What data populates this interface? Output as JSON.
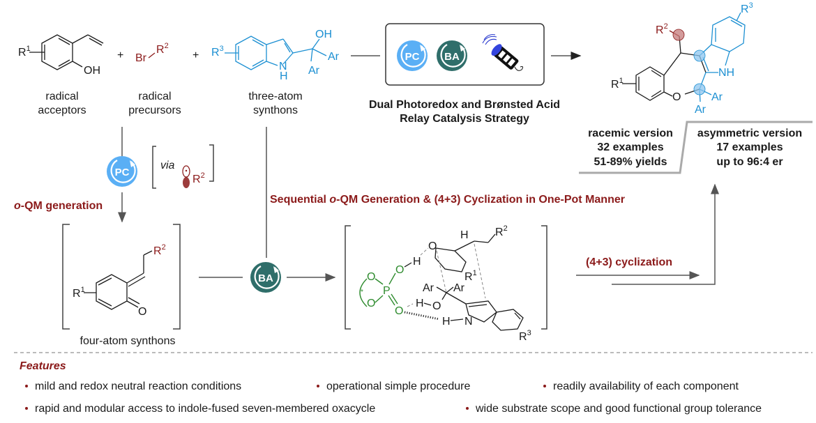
{
  "colors": {
    "dark_red": "#8b1a1a",
    "blue": "#1b8fd2",
    "pc_blue": "#5aaff5",
    "ba_teal": "#2f6e6a",
    "green": "#2e8b2e",
    "gray_line": "#555555"
  },
  "reactants": {
    "radical_acceptor": {
      "sub_label": "R",
      "sub_num": "1",
      "group": "OH",
      "caption_line1": "radical",
      "caption_line2": "acceptors"
    },
    "plus1": "+",
    "radical_precursor": {
      "atom": "Br",
      "sub_label": "R",
      "sub_num": "2",
      "caption_line1": "radical",
      "caption_line2": "precursors"
    },
    "plus2": "+",
    "three_atom": {
      "sub_label": "R",
      "sub_num": "3",
      "oh": "OH",
      "ar1": "Ar",
      "ar2": "Ar",
      "n": "N",
      "h": "H",
      "caption_line1": "three-atom",
      "caption_line2": "synthons"
    }
  },
  "catalysis_box": {
    "pc_icon": "PC",
    "ba_icon": "BA",
    "lamp_icon": "light-bulb-icon",
    "caption_line1": "Dual Photoredox and Brønsted Acid",
    "caption_line2": "Relay Catalysis Strategy"
  },
  "product": {
    "r1": "R",
    "r1_num": "1",
    "r2": "R",
    "r2_num": "2",
    "r3": "R",
    "r3_num": "3",
    "nh": "NH",
    "o": "O",
    "ar1": "Ar",
    "ar2": "Ar"
  },
  "results": {
    "racemic": {
      "title": "racemic version",
      "examples": "32 examples",
      "yields": "51-89% yields"
    },
    "asymmetric": {
      "title": "asymmetric version",
      "examples": "17 examples",
      "er": "up to 96:4 er"
    }
  },
  "pc_step": {
    "icon": "PC",
    "via": "via",
    "radical_r": "R",
    "radical_num": "2",
    "label": "o-QM generation"
  },
  "sequential_label": "Sequential o-QM Generation & (4+3) Cyclization in One-Pot Manner",
  "intermediate": {
    "r1": "R",
    "r1_num": "1",
    "r2": "R",
    "r2_num": "2",
    "o": "O",
    "caption": "four-atom synthons"
  },
  "ba_step": {
    "icon": "BA"
  },
  "transition_state": {
    "o": "O",
    "h": "H",
    "p": "P",
    "star": "*",
    "ar1": "Ar",
    "ar2": "Ar",
    "n": "N",
    "r1": "R",
    "r1_num": "1",
    "r2": "R",
    "r2_num": "2",
    "r3": "R",
    "r3_num": "3"
  },
  "cyclization_label": "(4+3) cyclization",
  "features": {
    "title": "Features",
    "items": [
      "mild and redox neutral reaction conditions",
      "operational simple procedure",
      "readily availability of each component",
      "rapid and modular access to indole-fused seven-membered oxacycle",
      "wide substrate scope and good functional group tolerance"
    ]
  }
}
